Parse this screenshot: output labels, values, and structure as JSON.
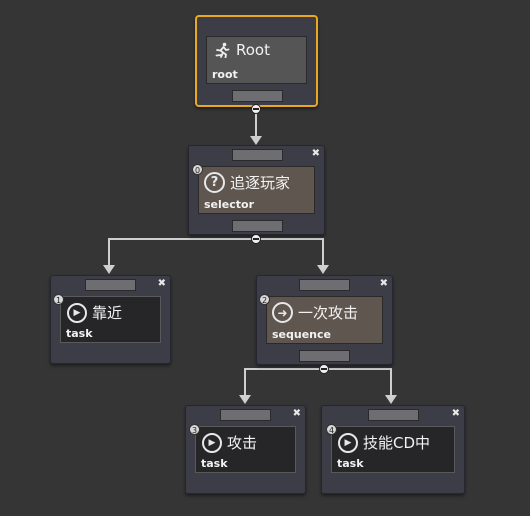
{
  "nodes": {
    "root": {
      "title": "Root",
      "type": "root",
      "icon": "run-icon"
    },
    "n0": {
      "index": "0",
      "title": "追逐玩家",
      "type": "selector",
      "icon": "question-icon"
    },
    "n1": {
      "index": "1",
      "title": "靠近",
      "type": "task",
      "icon": "play-icon"
    },
    "n2": {
      "index": "2",
      "title": "一次攻击",
      "type": "sequence",
      "icon": "arrow-right-icon"
    },
    "n3": {
      "index": "3",
      "title": "攻击",
      "type": "task",
      "icon": "play-icon"
    },
    "n4": {
      "index": "4",
      "title": "技能CD中",
      "type": "task",
      "icon": "play-icon"
    }
  },
  "close_symbol": "✖",
  "colors": {
    "background": "#353535",
    "node": "#3d3d47",
    "selected_border": "#e8a820",
    "wire": "#cfcfcf",
    "composite_fill": "#5f5650",
    "task_fill": "#262628"
  }
}
